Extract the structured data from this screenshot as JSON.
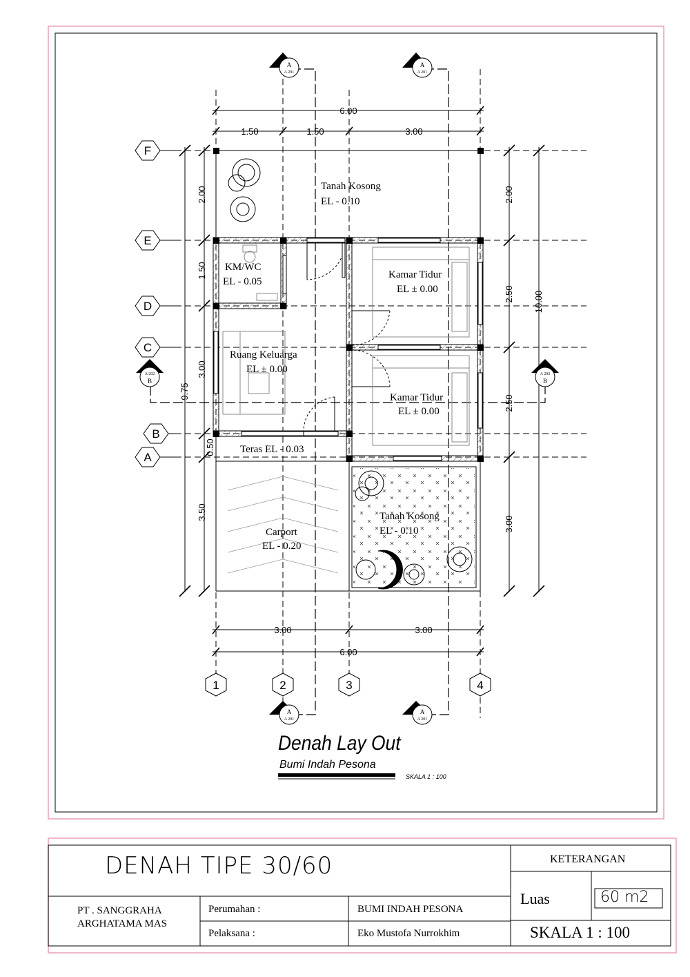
{
  "drawing": {
    "title": "Denah Lay Out",
    "subtitle": "Bumi Indah Pesona",
    "scale_note": "SKALA  1 :  100"
  },
  "grid": {
    "columns": [
      "1",
      "2",
      "3",
      "4"
    ],
    "rows": [
      "F",
      "E",
      "D",
      "C",
      "B",
      "A"
    ]
  },
  "dimensions": {
    "top_total": "6.00",
    "top_segments": [
      "1.50",
      "1.50",
      "3.00"
    ],
    "bottom_segments": [
      "3.00",
      "3.00"
    ],
    "bottom_total": "6.00",
    "left_segments": [
      "2.00",
      "1.50",
      "3.00",
      "0.50",
      "3.50"
    ],
    "left_total": "9.75",
    "right_segments": [
      "2.00",
      "2.50",
      "2.50",
      "3.00"
    ],
    "right_total": "10.00"
  },
  "rooms": [
    {
      "name": "Tanah Kosong",
      "elevation": "EL - 0.10"
    },
    {
      "name": "KM/WC",
      "elevation": "EL - 0.05"
    },
    {
      "name": "Kamar Tidur",
      "elevation": "EL ± 0.00"
    },
    {
      "name": "Ruang Keluarga",
      "elevation": "EL ± 0.00"
    },
    {
      "name": "Kamar Tidur",
      "elevation": "EL ± 0.00"
    },
    {
      "name": "Teras EL - 0.03",
      "elevation": ""
    },
    {
      "name": "Carport",
      "elevation": "EL - 0.20"
    },
    {
      "name": "Tanah Kosong",
      "elevation": "EL - 0.10"
    }
  ],
  "section_marks": {
    "a_letter": "A",
    "a_ref": "A  201",
    "b_letter": "B",
    "b_ref": "A  202"
  },
  "title_block": {
    "drawing_name": "DENAH TIPE 30/60",
    "company_line1": "PT . SANGGRAHA",
    "company_line2": "ARGHATAMA MAS",
    "perumahan_label": "Perumahan :",
    "perumahan_value": "BUMI INDAH PESONA",
    "pelaksana_label": "Pelaksana :",
    "pelaksana_value": "Eko Mustofa Nurrokhim",
    "keterangan_label": "KETERANGAN",
    "luas_label": "Luas",
    "luas_value": "60  m2",
    "skala": "SKALA 1 : 100"
  },
  "colors": {
    "border": "#e8a0b4",
    "ink": "#000000",
    "wall_fill": "#cfcfcf"
  }
}
